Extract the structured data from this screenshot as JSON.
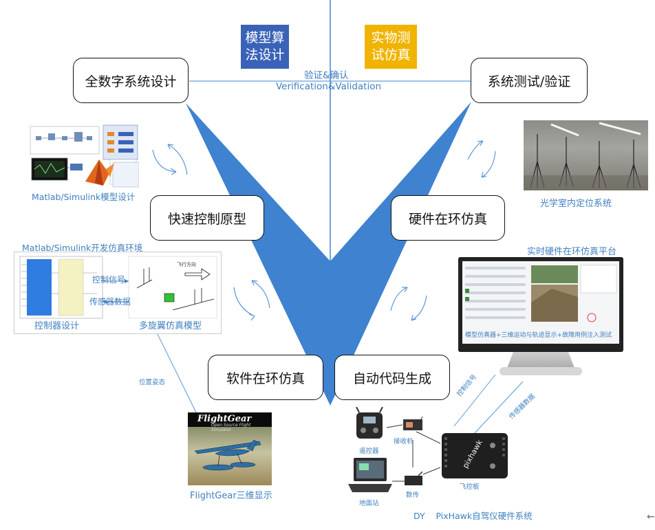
{
  "stages": {
    "system_design": "全数字系统设计",
    "system_test": "系统测试/验证",
    "rapid_prototype": "快速控制原型",
    "hil": "硬件在环仿真",
    "sil": "软件在环仿真",
    "codegen": "自动代码生成"
  },
  "tags": {
    "algorithm_design": "模型算法设计",
    "physical_sim": "实物测试仿真",
    "algorithm_color": "#3a63b8",
    "physical_color": "#f0b400"
  },
  "vv": {
    "zh": "验证&确认",
    "en": "Verification&Validation"
  },
  "left": {
    "matlab_design": "Matlab/Simulink模型设计",
    "dev_env_title": "Matlab/Simulink开发仿真环境",
    "control_signal": "控制信号",
    "sensor_data": "传感器数据",
    "controller_design": "控制器设计",
    "multirotor_model": "多旋翼仿真模型",
    "flight_dir": "飞行方向",
    "pose_label": "位置姿态",
    "flightgear_title": "FlightGear",
    "flightgear_sub": "Open Source Flight Simulator",
    "flightgear_caption": "FlightGear三维显示"
  },
  "right": {
    "optical_caption": "光学室内定位系统",
    "hil_platform": "实时硬件在环仿真平台",
    "monitor_caption": "模型仿真器+三维运动与轨迹显示+故障用例注入测试",
    "ctrl_signal": "控制信号",
    "sensor_data": "传感器数据",
    "rc": "遥控器",
    "receiver": "接收机",
    "ground_station": "地面站",
    "datalink": "数传",
    "flight_ctrl": "飞控板",
    "pixhawk_brand": "pixhawk",
    "footer": "DY    PixHawk自驾仪硬件系统"
  },
  "colors": {
    "v_blue": "#3f82d0",
    "label_blue": "#3f7fc0"
  }
}
